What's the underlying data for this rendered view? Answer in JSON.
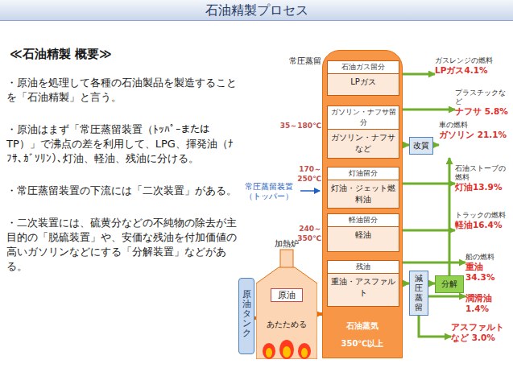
{
  "diagram": {
    "title": "石油精製プロセス",
    "nodes": [
      {
        "text": [
          "常圧蒸留"
        ]
      },
      {
        "text": [
          "石油ガス留分",
          "LPガス"
        ],
        "in": 0
      },
      {
        "text": [
          "ガソリン・ナフサ留分",
          "ガソリン・ナフサなど"
        ],
        "in": 0
      },
      {
        "text": [
          "灯油留分",
          "灯油・ジェット燃料油"
        ],
        "in": 0
      },
      {
        "text": [
          "軽油留分",
          "軽油"
        ],
        "in": 0
      },
      {
        "text": [
          "残油",
          "重油・アスファルト"
        ],
        "in": 0
      },
      {
        "text": [
          "加熱炉",
          "原油",
          "あたためる"
        ]
      },
      {
        "text": [
          "原油タンク"
        ]
      },
      {
        "text": [
          "改質"
        ]
      },
      {
        "text": [
          "減圧蒸留"
        ]
      },
      {
        "text": [
          "分解"
        ]
      },
      {
        "text": [
          "ガスレンジの燃料",
          "LPガス4.1%"
        ]
      },
      {
        "text": [
          "プラスチックなど",
          "ナフサ 5.8%"
        ]
      },
      {
        "text": [
          "車の燃料",
          "ガソリン 21.1%"
        ]
      },
      {
        "text": [
          "石油ストーブの燃料",
          "灯油13.9%"
        ]
      },
      {
        "text": [
          "トラックの燃料",
          "軽油16.4%"
        ]
      },
      {
        "text": [
          "船の燃料",
          "重油34.3%"
        ]
      },
      {
        "text": [
          "潤滑油 1.4%"
        ]
      },
      {
        "text": [
          "アスファルトなど 3.0%"
        ]
      }
    ],
    "edges": [
      {
        "from": 7,
        "to": 6,
        "arrow": "to"
      },
      {
        "from": 6,
        "to": 0,
        "arrow": "to"
      },
      {
        "from": 1,
        "to": 11,
        "arrow": "to"
      },
      {
        "from": 2,
        "to": 12,
        "arrow": "to"
      },
      {
        "from": 2,
        "to": 8,
        "arrow": "to"
      },
      {
        "from": 8,
        "to": 13,
        "arrow": "to"
      },
      {
        "from": 3,
        "to": 14,
        "arrow": "to"
      },
      {
        "from": 4,
        "to": 15,
        "arrow": "to"
      },
      {
        "from": 5,
        "to": 9,
        "arrow": "to"
      },
      {
        "from": 9,
        "to": 10,
        "arrow": "to"
      },
      {
        "from": 10,
        "to": 13,
        "arrow": "to"
      },
      {
        "from": 5,
        "to": 16,
        "arrow": "to"
      },
      {
        "from": 9,
        "to": 17,
        "arrow": "to"
      },
      {
        "from": 9,
        "to": 18,
        "arrow": "to"
      }
    ],
    "labels": [
      "≪石油精製 概要≫",
      "・原油を処理して各種の石油製品を製造することを「石油精製」と言う。",
      "・原油はまず「常圧蒸留装置（ﾄｯﾊﾟｰまたはTP）」で沸点の差を利用して、LPG、揮発油（ﾅﾌｻ、ｶﾞｿﾘﾝ）、灯油、軽油、残油に分ける。",
      "・常圧蒸留装置の下流には「二次装置」がある。",
      "・二次装置には、硫黄分などの不純物の除去が主目的の「脱硫装置」や、安価な残油を付加価値の高いガソリンなどにする「分解装置」などがある。",
      "常圧蒸留装置 （トッパー）",
      "35～180℃",
      "170～250℃",
      "240～350℃",
      "350℃以上",
      "石油蒸気"
    ]
  }
}
